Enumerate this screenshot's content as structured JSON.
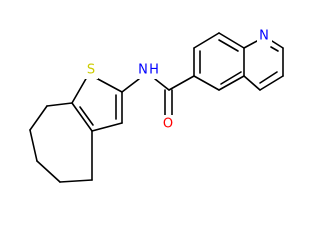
{
  "molecule": {
    "colors": {
      "bond": "#000000",
      "C": "#000000",
      "N": "#0000ff",
      "O": "#ff0000",
      "S": "#cccc00"
    },
    "labels": {
      "ring_nitrogen": "N",
      "amide_nitrogen": "N",
      "amide_hydrogen": "H",
      "carbonyl_oxygen": "O",
      "thiophene_sulfur": "S"
    }
  }
}
